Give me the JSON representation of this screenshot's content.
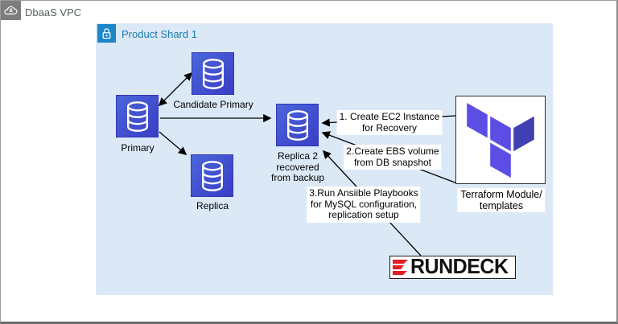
{
  "vpc": {
    "label": "DbaaS VPC"
  },
  "shard": {
    "title": "Product Shard 1"
  },
  "nodes": {
    "candidate_primary": {
      "label": "Candidate Primary"
    },
    "primary": {
      "label": "Primary"
    },
    "replica": {
      "label": "Replica"
    },
    "replica2": {
      "label": "Replica 2\nrecovered\nfrom backup"
    }
  },
  "annotations": {
    "step1": "1. Create EC2 Instance\nfor Recovery",
    "step2": "2.Create EBS volume\nfrom DB snapshot",
    "step3": "3.Run Ansiible Playbooks\nfor MySQL configuration,\nreplication setup"
  },
  "terraform": {
    "label": "Terraform Module/\ntemplates"
  },
  "rundeck": {
    "wordmark": "RUNDECK"
  },
  "icons": {
    "top_left": "cloud-lock-icon",
    "shard_header": "lock-icon",
    "db_nodes": "database-cylinder-icon",
    "terraform_box": "terraform-logo",
    "automation": "rundeck-logo"
  },
  "colors": {
    "shard_bg": "#dbe9f6",
    "shard_title_text": "#1b7ab3",
    "lock_box_bg": "#1b86c8",
    "vpc_chip_bg": "#7d7d7d",
    "vpc_label_text": "#585f63",
    "db_icon_gradient_start": "#4b66da",
    "db_icon_gradient_end": "#393dc6",
    "terraform_purple": "#5c4ee5",
    "terraform_indigo": "#4040b2",
    "rundeck_red": "#e51c23",
    "connector": "#000000"
  }
}
